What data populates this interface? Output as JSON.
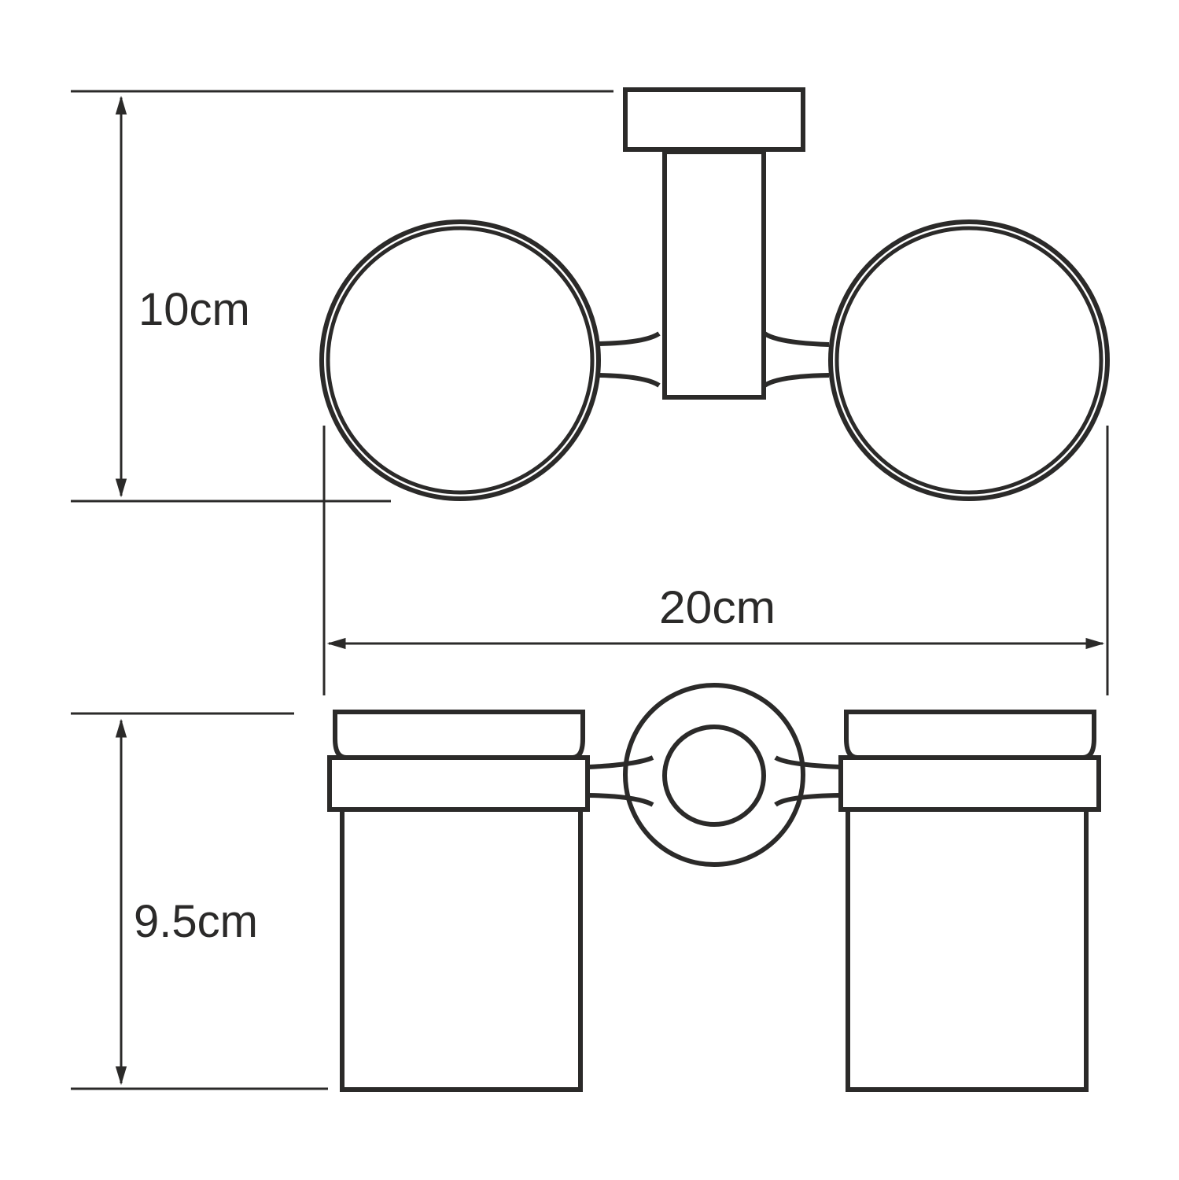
{
  "drawing": {
    "subject": "Double tumbler holder, wall mounted",
    "stroke_color": "#2b2a29",
    "background": "#ffffff",
    "views": [
      {
        "name": "top-view",
        "description": "Top view: wall flange, arm, two ring holders"
      },
      {
        "name": "front-view",
        "description": "Front view: round flange, two glass tumblers in holders"
      }
    ],
    "dimensions": {
      "depth": {
        "label": "10cm",
        "value": 10,
        "unit": "cm",
        "orientation": "vertical"
      },
      "width": {
        "label": "20cm",
        "value": 20,
        "unit": "cm",
        "orientation": "horizontal"
      },
      "height": {
        "label": "9.5cm",
        "value": 9.5,
        "unit": "cm",
        "orientation": "vertical"
      }
    }
  }
}
